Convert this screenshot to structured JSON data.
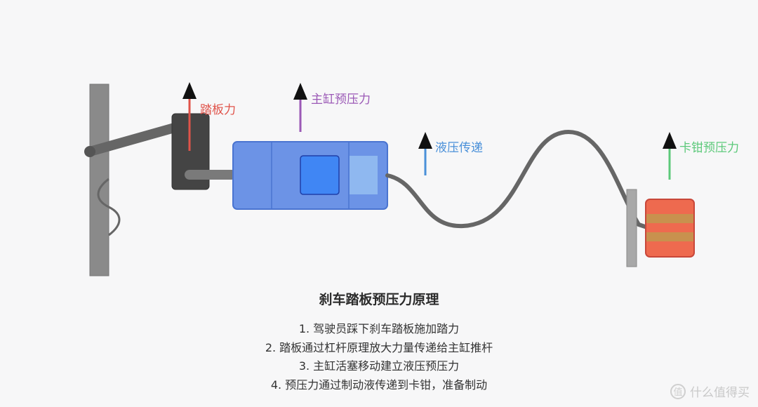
{
  "labels": {
    "pedal_force": "踏板力",
    "master_cylinder_preload": "主缸预压力",
    "hydraulic_transfer": "液压传递",
    "caliper_preload": "卡钳预压力"
  },
  "title": "刹车踏板预压力原理",
  "steps": [
    "1. 驾驶员踩下刹车踏板施加踏力",
    "2. 踏板通过杠杆原理放大力量传递给主缸推杆",
    "3. 主缸活塞移动建立液压预压力",
    "4. 预压力通过制动液传递到卡钳，准备制动"
  ],
  "watermark": {
    "icon_text": "值",
    "text": "什么值得买"
  },
  "colors": {
    "pedal_force": "#e0534a",
    "master_cylinder_preload": "#9b59b6",
    "hydraulic_transfer": "#4a90d9",
    "caliper_preload": "#5cc97a",
    "master_cylinder": "#6c93e6",
    "caliper": "#ee6a4f"
  }
}
